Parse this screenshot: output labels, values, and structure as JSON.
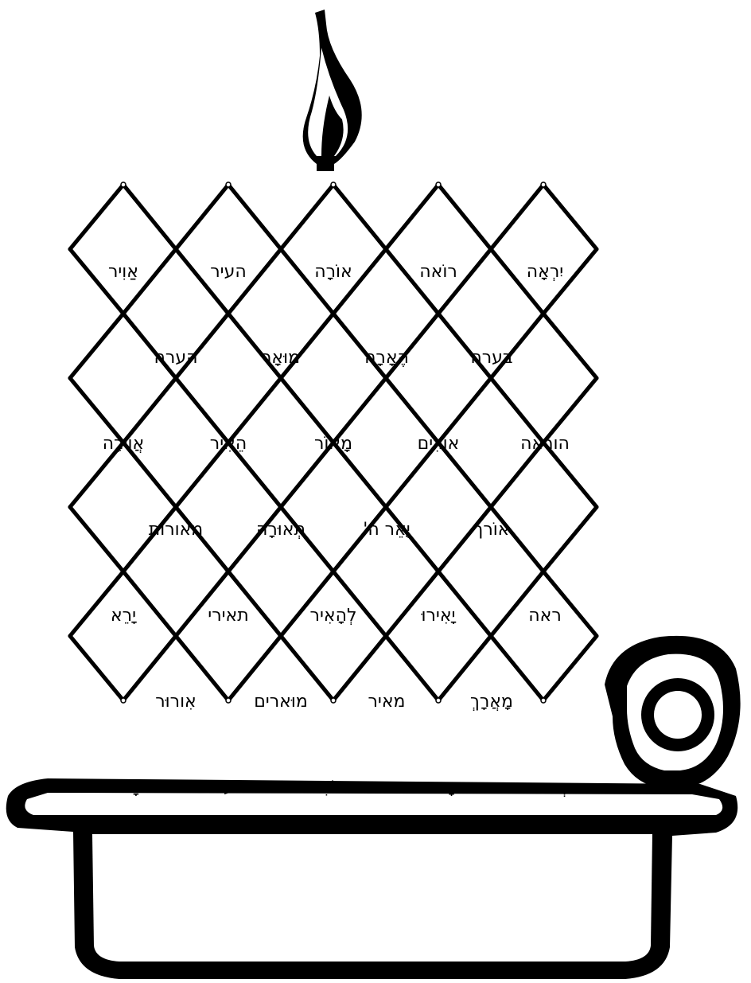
{
  "colors": {
    "ink": "#000000",
    "paper": "#ffffff"
  },
  "icons": {
    "flame": "flame-icon",
    "lamp": "oil-lamp-icon"
  },
  "rows": [
    [
      "יִרְאָה",
      "רוֹאה",
      "אוֹרָה",
      "העיר",
      "אַוִיר"
    ],
    [
      "בערה",
      "הֶאָרָה",
      "מוּאָר",
      "הערה"
    ],
    [
      "הוראה",
      "אוֹרִים",
      "מָאוֹר",
      "הֵאִיר",
      "אֲוִירָה"
    ],
    [
      "אוֹרך",
      "יָאֵר ה'",
      "תְּאוּרָה",
      "מאורות"
    ],
    [
      "ראה",
      "יָאִירוּ",
      "לְהָאִיר",
      "תאירי",
      "יָרֵא"
    ],
    [
      "מָאֲרָךְ",
      "מאיר",
      "מוּארים",
      "אִורוּר"
    ],
    [
      "מְאוּרה",
      "יָראוּ",
      "אוֹרִי",
      "התעורר",
      "אָרוּר"
    ]
  ]
}
